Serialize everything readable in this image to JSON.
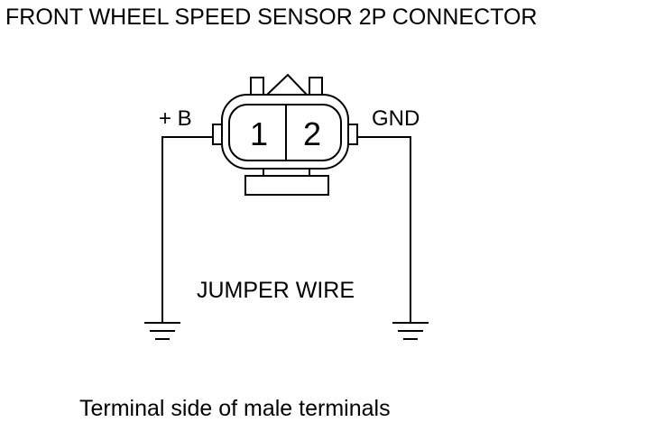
{
  "title": "FRONT WHEEL SPEED SENSOR 2P CONNECTOR",
  "connector": {
    "terminals": [
      {
        "number": "1",
        "label": "+ B"
      },
      {
        "number": "2",
        "label": "GND"
      }
    ]
  },
  "jumper_label": "JUMPER WIRE",
  "footer": "Terminal side of male terminals",
  "colors": {
    "line": "#000000",
    "background": "#ffffff"
  }
}
